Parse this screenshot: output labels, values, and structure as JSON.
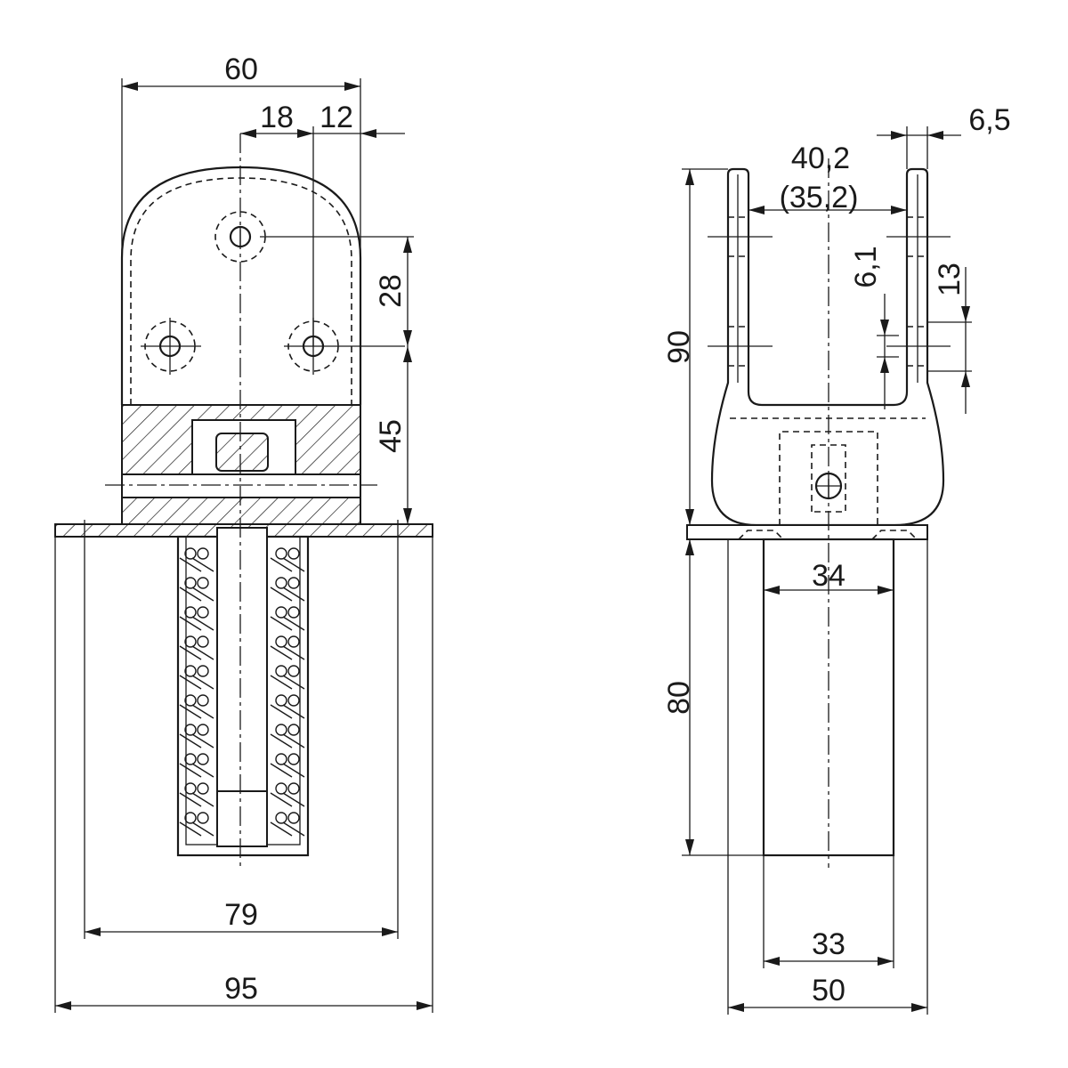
{
  "dimensions": {
    "front": {
      "width_60": "60",
      "offset_18": "18",
      "offset_12": "12",
      "height_28": "28",
      "height_45": "45",
      "width_79": "79",
      "width_95": "95"
    },
    "side": {
      "gap_40_2": "40,2",
      "gap_35_2": "(35,2)",
      "wall_6_5": "6,5",
      "hole_6_1": "6,1",
      "pitch_13": "13",
      "height_90": "90",
      "height_80": "80",
      "width_34": "34",
      "width_33": "33",
      "width_50": "50"
    }
  }
}
